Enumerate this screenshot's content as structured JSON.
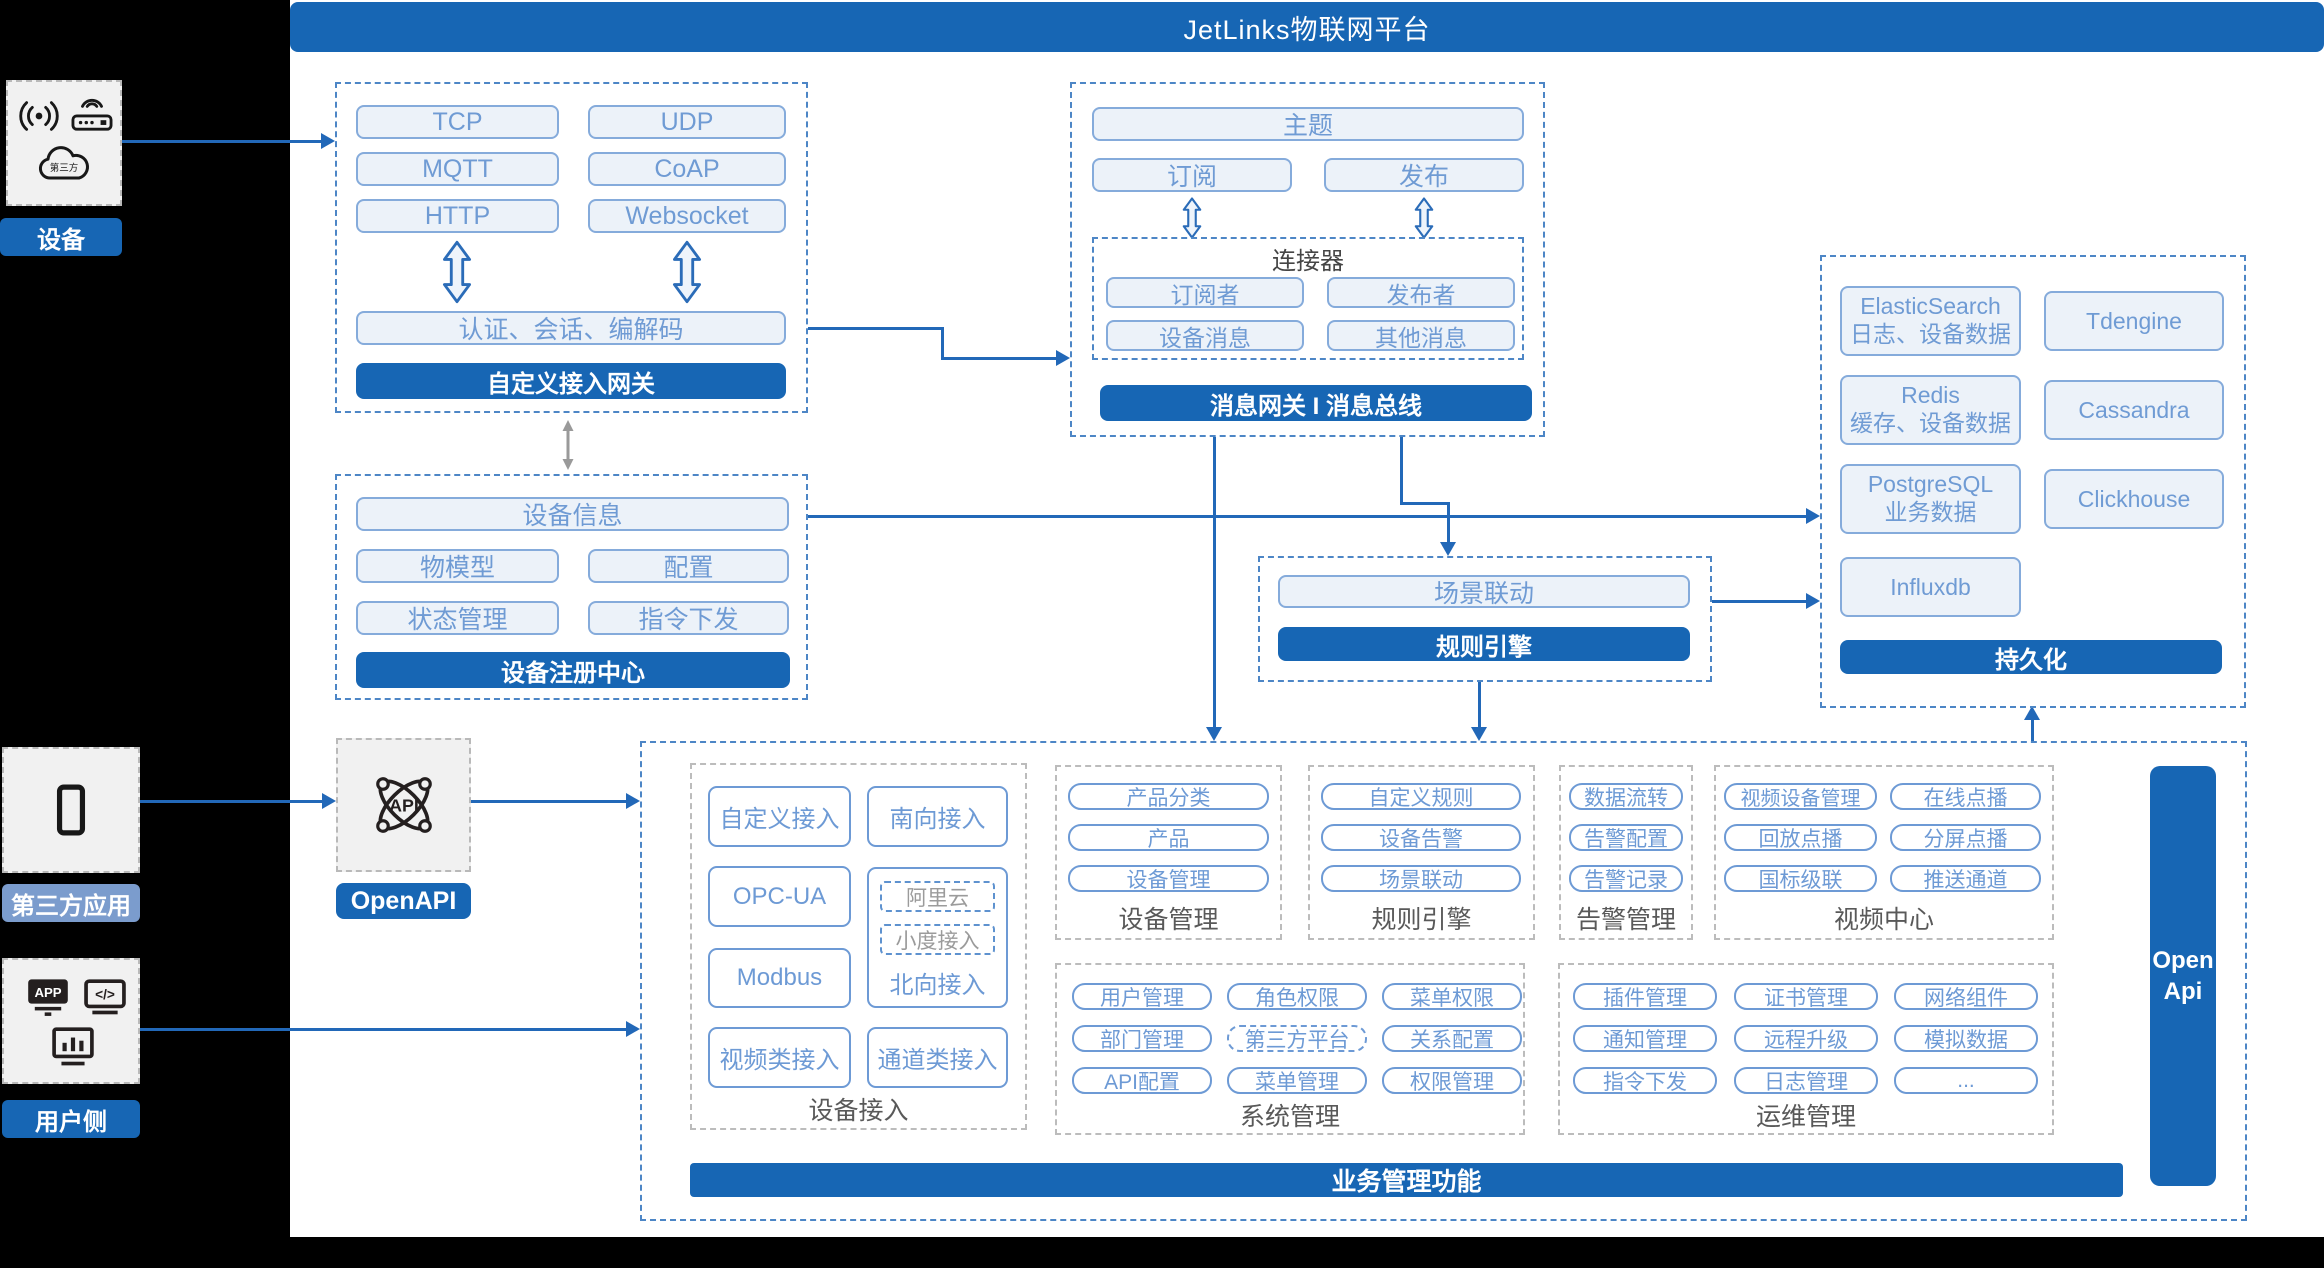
{
  "header": {
    "title": "JetLinks物联网平台"
  },
  "colors": {
    "primary_blue": "#1766b4",
    "connector_blue": "#2268b8",
    "light_box_fill": "#ecf2f9",
    "box_text_blue": "#6f9bd4",
    "muted_label_blue": "#7b9ccd"
  },
  "sidebar": {
    "device": {
      "label": "设备",
      "cloud_icon_text": "第三方"
    },
    "third_party": {
      "label": "第三方应用"
    },
    "user": {
      "label": "用户侧",
      "app_icon_text": "APP",
      "code_icon_text": "</>"
    }
  },
  "gateway": {
    "protocols": [
      "TCP",
      "UDP",
      "MQTT",
      "CoAP",
      "HTTP",
      "Websocket"
    ],
    "auth_row": "认证、会话、编解码",
    "bar": "自定义接入网关"
  },
  "registry": {
    "info_row": "设备信息",
    "items": [
      "物模型",
      "配置",
      "状态管理",
      "指令下发"
    ],
    "bar": "设备注册中心"
  },
  "message": {
    "topic": "主题",
    "subscribe": "订阅",
    "publish": "发布",
    "connector": {
      "title": "连接器",
      "items": [
        "订阅者",
        "发布者",
        "设备消息",
        "其他消息"
      ]
    },
    "bar": "消息网关 I 消息总线"
  },
  "persistence": {
    "elasticsearch": {
      "name": "ElasticSearch",
      "desc": "日志、设备数据"
    },
    "tdengine": "Tdengine",
    "redis": {
      "name": "Redis",
      "desc": "缓存、设备数据"
    },
    "cassandra": "Cassandra",
    "postgresql": {
      "name": "PostgreSQL",
      "desc": "业务数据"
    },
    "clickhouse": "Clickhouse",
    "influxdb": "Influxdb",
    "bar": "持久化"
  },
  "rule": {
    "scene": "场景联动",
    "bar": "规则引擎"
  },
  "openapi": {
    "icon_text": "API",
    "label": "OpenAPI"
  },
  "biz": {
    "device_access": {
      "label": "设备接入",
      "boxes": [
        "自定义接入",
        "南向接入",
        "OPC-UA",
        "Modbus",
        "视频类接入",
        "通道类接入"
      ],
      "north": {
        "label": "北向接入",
        "subs": [
          "阿里云",
          "小度接入"
        ]
      }
    },
    "device_mgmt": {
      "label": "设备管理",
      "items": [
        "产品分类",
        "产品",
        "设备管理"
      ]
    },
    "rule_engine": {
      "label": "规则引擎",
      "items": [
        "自定义规则",
        "设备告警",
        "场景联动"
      ]
    },
    "alarm": {
      "label": "告警管理",
      "items": [
        "数据流转",
        "告警配置",
        "告警记录"
      ]
    },
    "video": {
      "label": "视频中心",
      "items": [
        "视频设备管理",
        "在线点播",
        "回放点播",
        "分屏点播",
        "国标级联",
        "推送通道"
      ]
    },
    "system": {
      "label": "系统管理",
      "items": [
        "用户管理",
        "角色权限",
        "菜单权限",
        "部门管理",
        "第三方平台",
        "关系配置",
        "API配置",
        "菜单管理",
        "权限管理"
      ]
    },
    "ops": {
      "label": "运维管理",
      "items": [
        "插件管理",
        "证书管理",
        "网络组件",
        "通知管理",
        "远程升级",
        "模拟数据",
        "指令下发",
        "日志管理",
        "..."
      ]
    },
    "footer_bar": "业务管理功能",
    "open_api_bar": {
      "line1": "Open",
      "line2": "Api"
    }
  }
}
